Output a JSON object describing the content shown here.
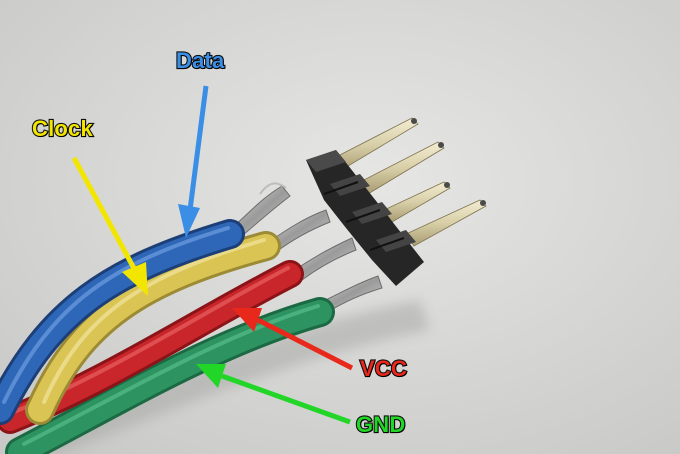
{
  "labels": {
    "data": {
      "text": "Data",
      "color": "#3a8ee6"
    },
    "clock": {
      "text": "Clock",
      "color": "#f2e600"
    },
    "vcc": {
      "text": "VCC",
      "color": "#e8281a"
    },
    "gnd": {
      "text": "GND",
      "color": "#22d628"
    }
  },
  "wires": {
    "blue": "#2f67b8",
    "yellow": "#d9c454",
    "red": "#c8262b",
    "green": "#2d9461"
  },
  "background": "#d9d9d7"
}
